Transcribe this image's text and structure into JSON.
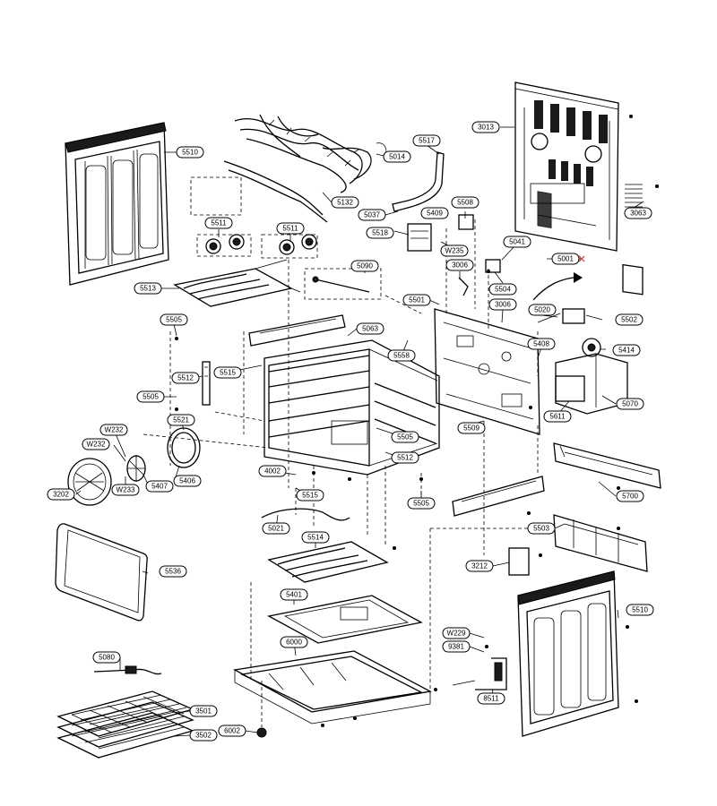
{
  "diagram": {
    "labels": {
      "p5510a": "5510",
      "p5132": "5132",
      "p5014": "5014",
      "p5517": "5517",
      "p3013": "3013",
      "p3063": "3063",
      "p5511a": "5511",
      "p5511b": "5511",
      "p5037": "5037",
      "p5409": "5409",
      "p5508": "5508",
      "p5518": "5518",
      "pW235": "W235",
      "p5041": "5041",
      "p5001": "5001",
      "p3006a": "3006",
      "p5090": "5090",
      "p5504": "5504",
      "p5513": "5513",
      "p5501": "5501",
      "p3006b": "3006",
      "p5020": "5020",
      "p5502": "5502",
      "p5505a": "5505",
      "p5063": "5063",
      "p5408": "5408",
      "p5414": "5414",
      "p5558": "5558",
      "p5512a": "5512",
      "p5515a": "5515",
      "p5505b": "5505",
      "p5070": "5070",
      "p5611": "5611",
      "p5521": "5521",
      "p5509": "5509",
      "pW232a": "W232",
      "p5505c": "5505",
      "pW232b": "W232",
      "p5512b": "5512",
      "p4002": "4002",
      "p5406": "5406",
      "p5407": "5407",
      "pW233": "W233",
      "p3202": "3202",
      "p5515b": "5515",
      "p5505d": "5505",
      "p5700": "5700",
      "p5021": "5021",
      "p5503": "5503",
      "p5514": "5514",
      "p5536": "5536",
      "p3212": "3212",
      "p5401": "5401",
      "p5510b": "5510",
      "pW229": "W229",
      "p6000": "6000",
      "p9381": "9381",
      "p5080": "5080",
      "p8511": "8511",
      "p3501": "3501",
      "p6002": "6002",
      "p3502": "3502"
    }
  }
}
